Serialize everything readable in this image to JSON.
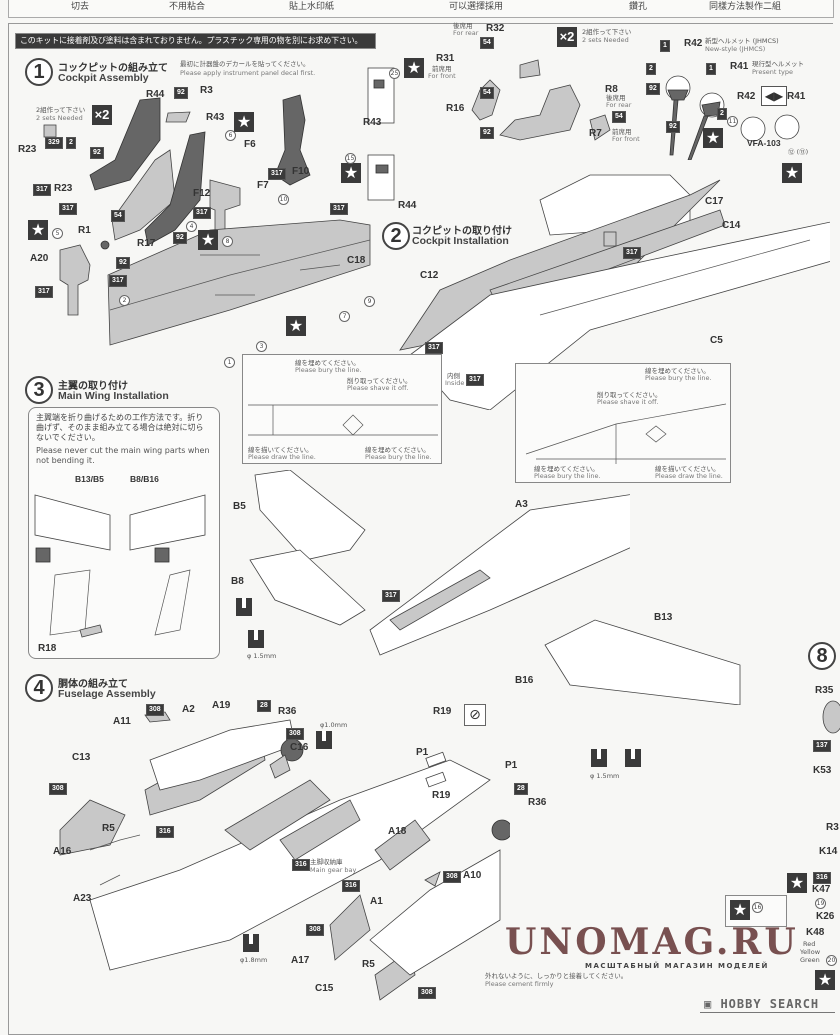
{
  "header_row": {
    "labels": [
      "切去",
      "不用粘合",
      "貼上水印紙",
      "可以選擇採用",
      "鑽孔",
      "同樣方法製作二組"
    ]
  },
  "notice": "このキットに接着剤及び塗料は含まれておりません。プラスチック専用の物を別にお求め下さい。",
  "steps": [
    {
      "number": "1",
      "title_jp": "コックピットの組み立て",
      "title_en": "Cockpit Assembly",
      "note_jp": "最初に計器盤のデカールを貼ってください。",
      "note_en": "Please apply instrument panel decal first."
    },
    {
      "number": "2",
      "title_jp": "コクピットの取り付け",
      "title_en": "Cockpit Installation"
    },
    {
      "number": "3",
      "title_jp": "主翼の取り付け",
      "title_en": "Main Wing Installation",
      "note_jp": "主翼端を折り曲げるための工作方法です。折り曲げず、そのまま組み立てる場合は絶対に切らないでください。",
      "note_en": "Please never cut the main wing parts when not bending it."
    },
    {
      "number": "4",
      "title_jp": "胴体の組み立て",
      "title_en": "Fuselage Assembly"
    },
    {
      "number": "8"
    }
  ],
  "sets_needed": {
    "badge": "×2",
    "jp": "2組作って下さい",
    "en": "2 sets Needed"
  },
  "parts": {
    "step1": [
      "R44",
      "R3",
      "R43",
      "R23",
      "R23",
      "R17",
      "F6",
      "F7",
      "F10",
      "F12",
      "R1",
      "A20",
      "C18",
      "R43",
      "R44"
    ],
    "pilot": [
      "R32",
      "R31",
      "R16",
      "R8",
      "R7",
      "R42",
      "R41"
    ],
    "step2": [
      "C17",
      "C14",
      "C12",
      "C5"
    ],
    "step3": [
      "B13/B5",
      "B8/B16",
      "R18",
      "B5",
      "B8",
      "A3",
      "B13",
      "B16"
    ],
    "step4": [
      "A11",
      "A2",
      "A19",
      "R36",
      "C16",
      "C13",
      "R5",
      "A16",
      "A23",
      "R19",
      "P1",
      "P1",
      "R19",
      "R36",
      "A18",
      "A10",
      "A1",
      "A17",
      "R5",
      "C15"
    ],
    "step8": [
      "R35",
      "K53",
      "R3",
      "K14",
      "K47",
      "K26",
      "K48"
    ]
  },
  "color_codes": {
    "c92": "92",
    "c329": "329",
    "c2": "2",
    "c317": "317",
    "c54": "54",
    "c1": "1",
    "c308": "308",
    "c316": "316",
    "c28": "28",
    "c137": "137"
  },
  "labels": {
    "for_rear_jp": "後席用",
    "for_rear_en": "For rear",
    "for_front_jp": "前席用",
    "for_front_en": "For front",
    "new_helmet_jp": "新型ヘルメット (JHMCS)",
    "new_helmet_en": "New-style (JHMCS)",
    "present_helmet_jp": "現行型ヘルメット",
    "present_helmet_en": "Present type",
    "vfa": "VFA-103",
    "decal_12_13": "⑫ (⑬)",
    "inside_jp": "内側",
    "inside_en": "Inside",
    "bury_jp": "線を埋めてください。",
    "bury_en": "Please bury the line.",
    "shave_jp": "削り取ってください。",
    "shave_en": "Please shave it off.",
    "draw_jp": "線を描いてください。",
    "draw_en": "Please draw the line.",
    "main_gear_jp": "主脚収納庫",
    "main_gear_en": "Main gear bay",
    "cement_jp": "外れないように、しっかりと接着してください。",
    "cement_en": "Please cement firmly",
    "drill_15": "φ 1.5mm",
    "drill_10": "φ1.0mm",
    "drill_18": "φ1.8mm",
    "red": "Red",
    "yellow": "Yellow",
    "green": "Green"
  },
  "decal_numbers": [
    "1",
    "2",
    "3",
    "4",
    "5",
    "7",
    "8",
    "9",
    "10",
    "11",
    "15",
    "16",
    "19",
    "20",
    "25",
    "6"
  ],
  "watermark": {
    "title": "UNOMAG.RU",
    "subtitle": "МАСШТАБНЫЙ МАГАЗИН МОДЕЛЕЙ"
  },
  "footer_brand": "HOBBY SEARCH",
  "colors": {
    "ink": "#333333",
    "fill_grey": "#c8c8c8",
    "badge": "#3a3a3a",
    "watermark": "#6b3f3f"
  }
}
